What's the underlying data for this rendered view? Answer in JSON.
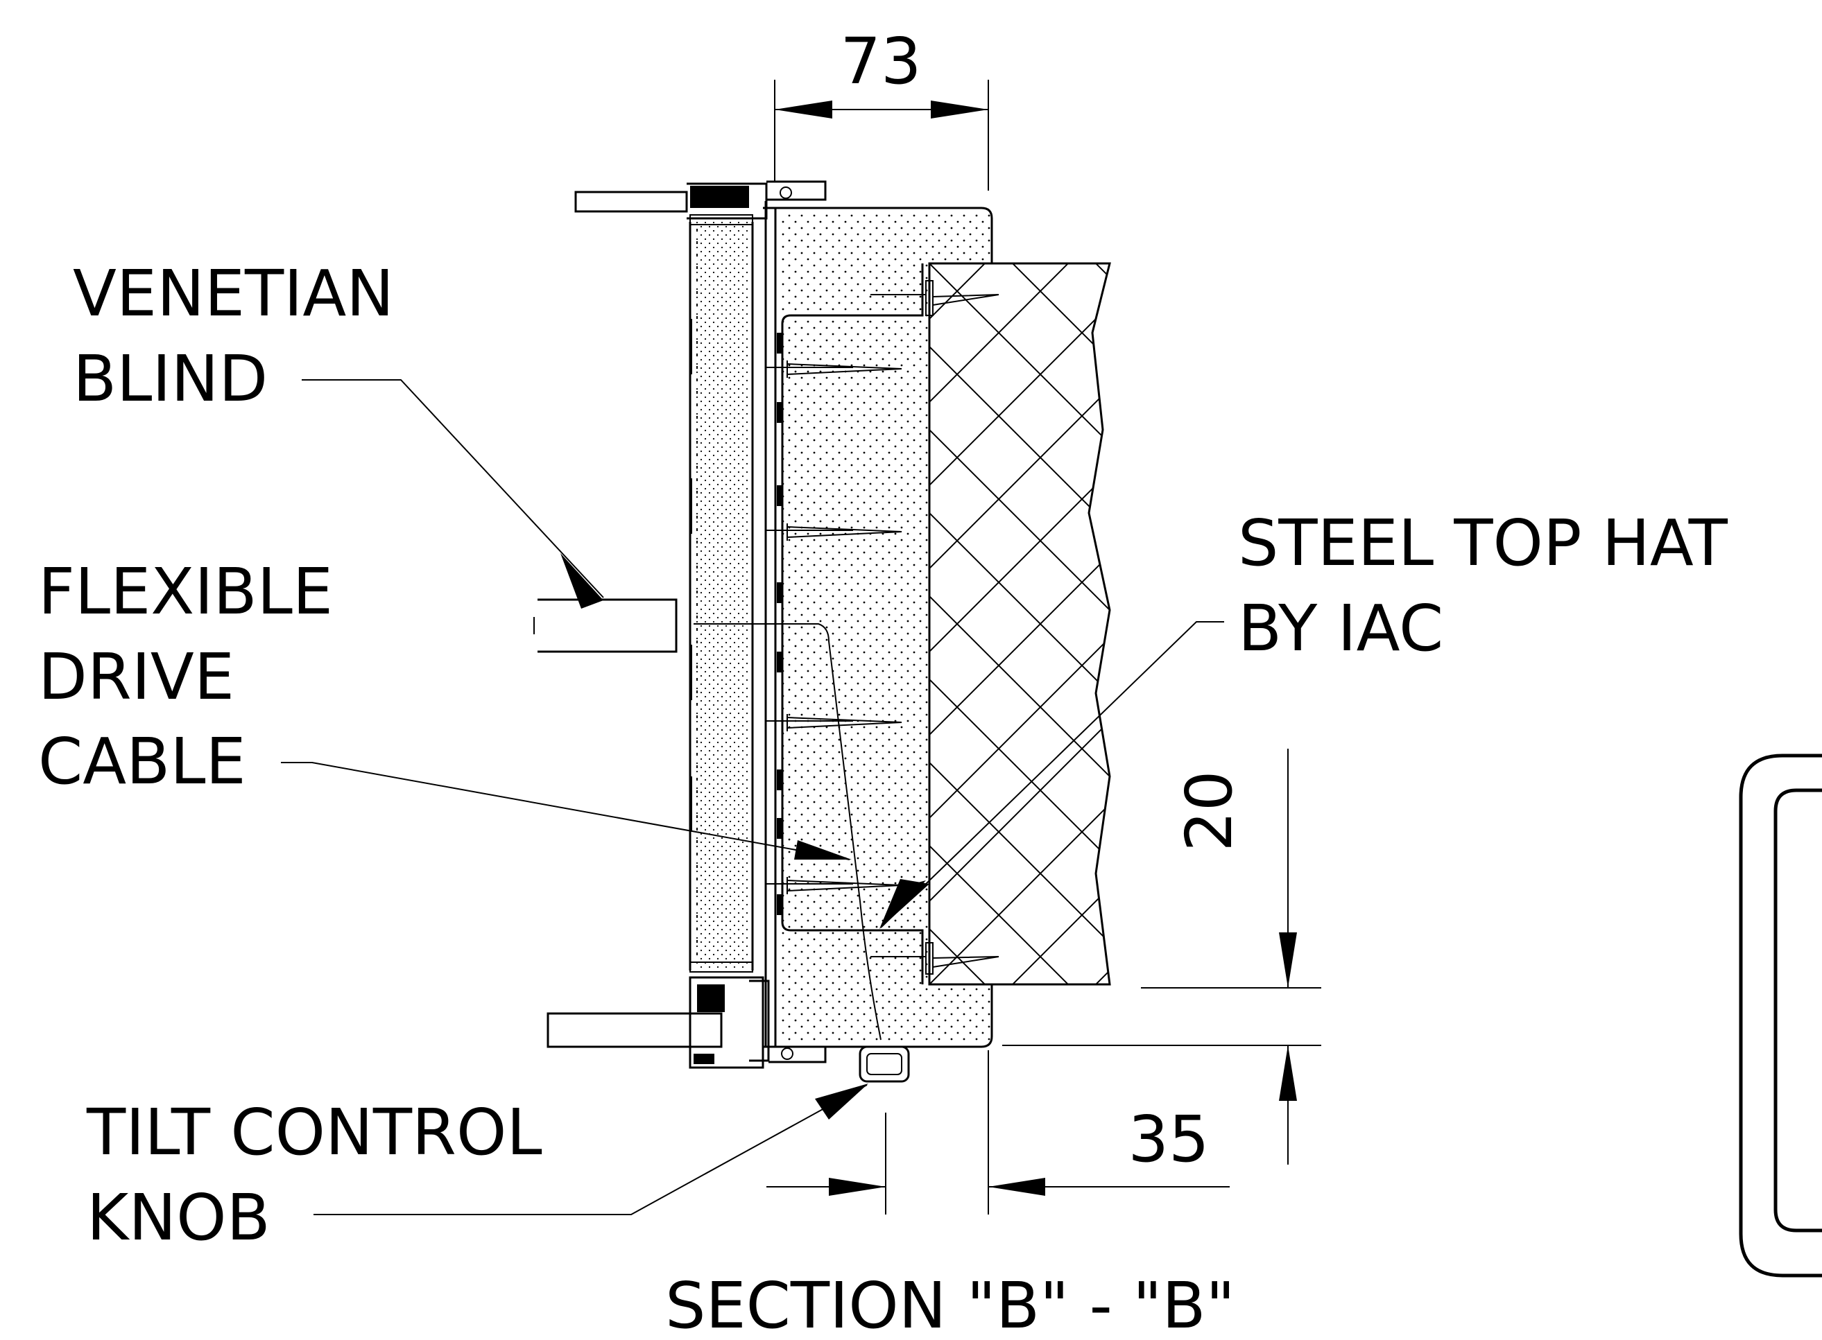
{
  "labels": {
    "venetian_1": "VENETIAN",
    "venetian_2": "BLIND",
    "flex_1": "FLEXIBLE",
    "flex_2": "DRIVE",
    "flex_3": "CABLE",
    "steel_1": "STEEL TOP HAT",
    "steel_2": "BY IAC",
    "tilt_1": "TILT CONTROL",
    "tilt_2": "KNOB",
    "section_title": "SECTION \"B\" - \"B\""
  },
  "dimensions": {
    "d73": "73",
    "d20": "20",
    "d35": "35"
  },
  "colors": {
    "ink": "#000000",
    "background": "#ffffff"
  }
}
